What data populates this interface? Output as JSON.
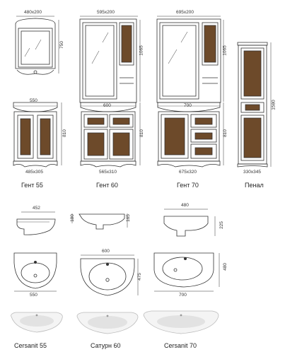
{
  "furniture": {
    "gent55": {
      "mirror_size": "480x200",
      "mirror_height": "750",
      "basin_width": "550",
      "cabinet_height": "810",
      "cabinet_size": "485x305",
      "name": "Гент 55"
    },
    "gent60": {
      "mirror_size": "595x200",
      "mirror_height": "1065",
      "basin_width": "600",
      "cabinet_height": "810",
      "cabinet_size": "565x310",
      "name": "Гент 60"
    },
    "gent70": {
      "mirror_size": "695x200",
      "mirror_height": "1065",
      "basin_width": "700",
      "cabinet_height": "810",
      "cabinet_size": "675x320",
      "name": "Гент 70"
    },
    "penal": {
      "height": "1580",
      "size": "330x345",
      "name": "Пенал"
    }
  },
  "sinks": {
    "cersanit55": {
      "side_width": "452",
      "top_width": "550",
      "name": "Cersanit 55"
    },
    "saturn60": {
      "side_depth": "180",
      "side_height": "165",
      "top_width": "600",
      "top_depth": "475",
      "name": "Сатурн 60"
    },
    "cersanit70": {
      "side_width": "480",
      "side_height": "225",
      "top_width": "700",
      "top_depth": "480",
      "name": "Cersanit 70"
    }
  }
}
